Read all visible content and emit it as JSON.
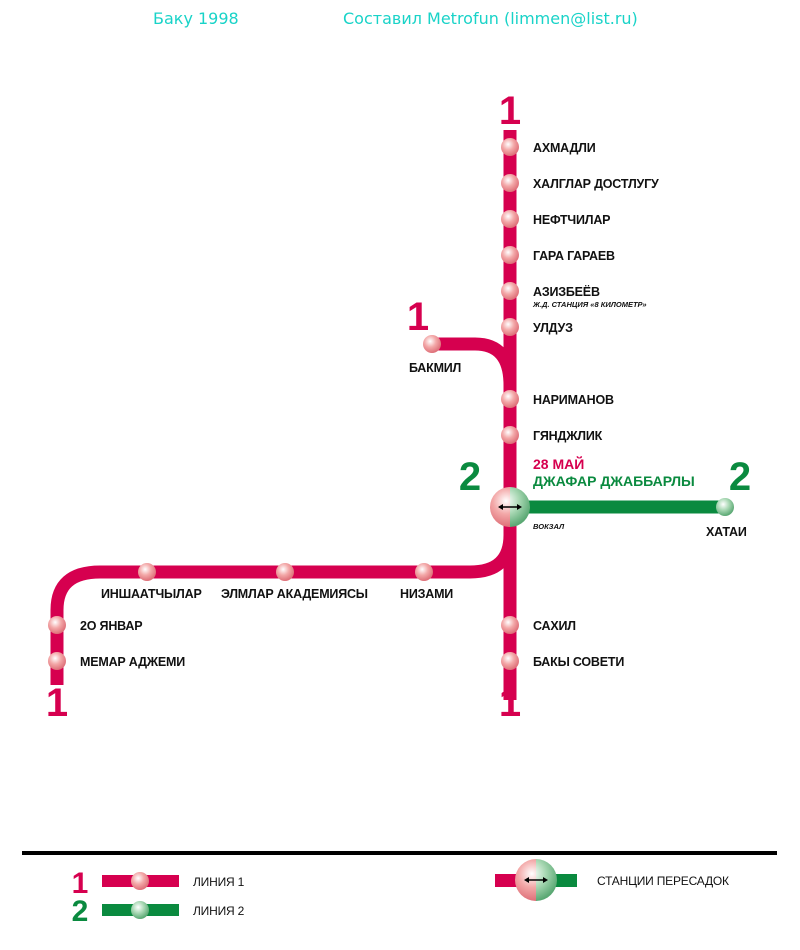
{
  "header": {
    "title": "Баку 1998",
    "author": "Составил Metrofun (limmen@list.ru)"
  },
  "colors": {
    "line1": "#d6004f",
    "line2": "#0a8a3f",
    "header": "#19d3c8"
  },
  "line_numbers": {
    "line1": "1",
    "line2": "2"
  },
  "line1_north": [
    "АХМАДЛИ",
    "ХАЛГЛАР ДОСТЛУГУ",
    "НЕФТЧИЛАР",
    "ГАРА ГАРАЕВ",
    "АЗИЗБЕЁВ",
    "УЛДУЗ",
    "НАРИМАНОВ",
    "ГЯНДЖЛИК"
  ],
  "azizbekov_note": "Ж.Д. СТАНЦИЯ «8 КИЛОМЕТР»",
  "bakmil": "БАКМИЛ",
  "interchange": {
    "line1_name": "28 МАЙ",
    "line2_name": "ДЖАФАР ДЖАББАРЛЫ",
    "note": "ВОКЗАЛ"
  },
  "line2_end": "ХАТАИ",
  "line1_south": [
    "САХИЛ",
    "БАКЫ СОВЕТИ"
  ],
  "line1_west": [
    "НИЗАМИ",
    "ЭЛМЛАР АКАДЕМИЯСЫ",
    "ИНШААТЧЫЛАР",
    "2О ЯНВАР",
    "МЕМАР АДЖЕМИ"
  ],
  "legend": {
    "line1": "ЛИНИЯ 1",
    "line2": "ЛИНИЯ 2",
    "transfer": "СТАНЦИИ ПЕРЕСАДОК"
  }
}
